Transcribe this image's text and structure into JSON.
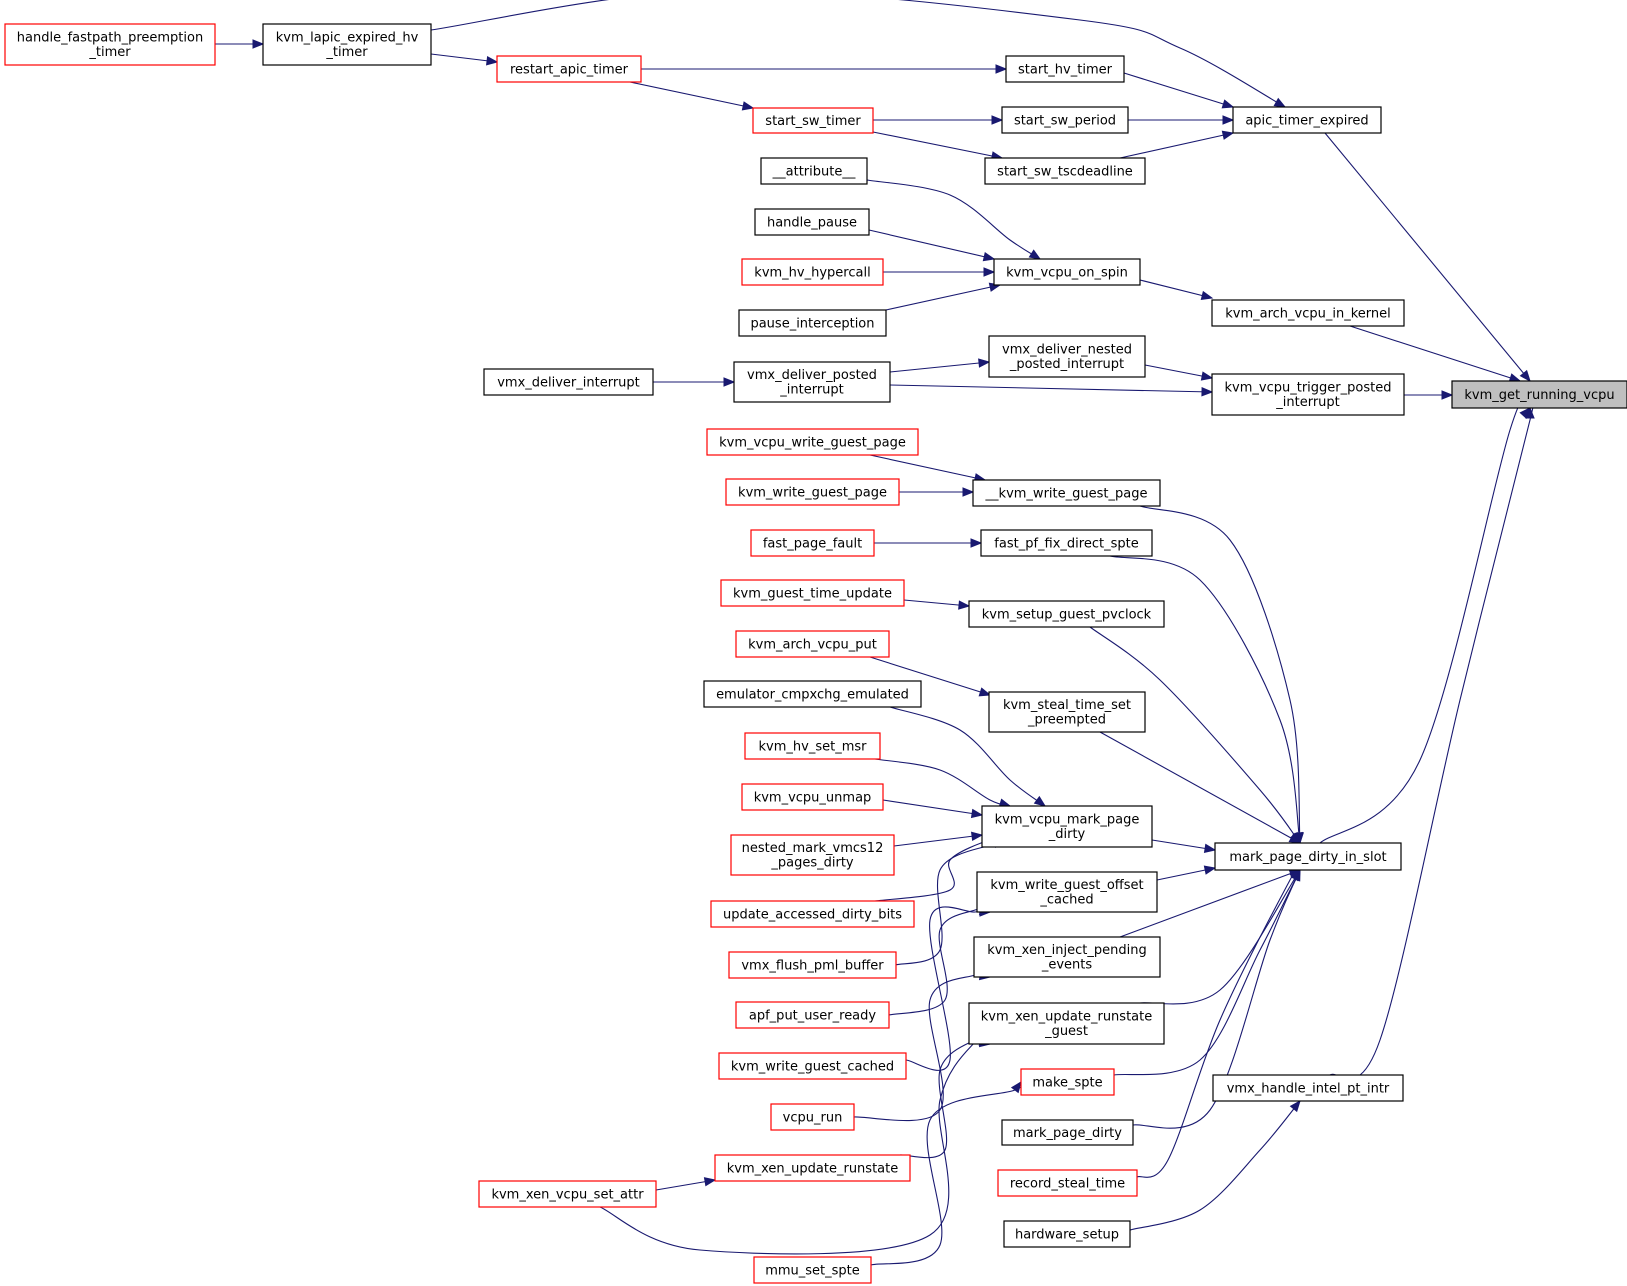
{
  "colors": {
    "edge": "#191970",
    "border_black": "#000000",
    "border_red": "#ff0000",
    "highlight_fill": "#bfbfbf"
  },
  "nodes": [
    {
      "id": "kvm_get_running_vcpu",
      "lines": [
        "kvm_get_running_vcpu"
      ],
      "border": "black",
      "highlight": true
    },
    {
      "id": "apic_timer_expired",
      "lines": [
        "apic_timer_expired"
      ],
      "border": "black"
    },
    {
      "id": "kvm_arch_vcpu_in_kernel",
      "lines": [
        "kvm_arch_vcpu_in_kernel"
      ],
      "border": "black"
    },
    {
      "id": "kvm_vcpu_trigger_posted_interrupt",
      "lines": [
        "kvm_vcpu_trigger_posted",
        "_interrupt"
      ],
      "border": "black"
    },
    {
      "id": "mark_page_dirty_in_slot",
      "lines": [
        "mark_page_dirty_in_slot"
      ],
      "border": "black"
    },
    {
      "id": "vmx_handle_intel_pt_intr",
      "lines": [
        "vmx_handle_intel_pt_intr"
      ],
      "border": "black"
    },
    {
      "id": "kvm_lapic_expired_hv_timer",
      "lines": [
        "kvm_lapic_expired_hv",
        "_timer"
      ],
      "border": "black"
    },
    {
      "id": "handle_fastpath_preemption_timer",
      "lines": [
        "handle_fastpath_preemption",
        "_timer"
      ],
      "border": "red"
    },
    {
      "id": "start_hv_timer",
      "lines": [
        "start_hv_timer"
      ],
      "border": "black"
    },
    {
      "id": "restart_apic_timer",
      "lines": [
        "restart_apic_timer"
      ],
      "border": "red"
    },
    {
      "id": "start_sw_period",
      "lines": [
        "start_sw_period"
      ],
      "border": "black"
    },
    {
      "id": "start_sw_timer",
      "lines": [
        "start_sw_timer"
      ],
      "border": "red"
    },
    {
      "id": "start_sw_tscdeadline",
      "lines": [
        "start_sw_tscdeadline"
      ],
      "border": "black"
    },
    {
      "id": "kvm_vcpu_on_spin",
      "lines": [
        "kvm_vcpu_on_spin"
      ],
      "border": "black"
    },
    {
      "id": "__attribute__",
      "lines": [
        "__attribute__"
      ],
      "border": "black"
    },
    {
      "id": "handle_pause",
      "lines": [
        "handle_pause"
      ],
      "border": "black"
    },
    {
      "id": "kvm_hv_hypercall",
      "lines": [
        "kvm_hv_hypercall"
      ],
      "border": "red"
    },
    {
      "id": "pause_interception",
      "lines": [
        "pause_interception"
      ],
      "border": "black"
    },
    {
      "id": "vmx_deliver_nested_posted_interrupt",
      "lines": [
        "vmx_deliver_nested",
        "_posted_interrupt"
      ],
      "border": "black"
    },
    {
      "id": "vmx_deliver_posted_interrupt",
      "lines": [
        "vmx_deliver_posted",
        "_interrupt"
      ],
      "border": "black"
    },
    {
      "id": "vmx_deliver_interrupt",
      "lines": [
        "vmx_deliver_interrupt"
      ],
      "border": "black"
    },
    {
      "id": "__kvm_write_guest_page",
      "lines": [
        "__kvm_write_guest_page"
      ],
      "border": "black"
    },
    {
      "id": "kvm_vcpu_write_guest_page",
      "lines": [
        "kvm_vcpu_write_guest_page"
      ],
      "border": "red"
    },
    {
      "id": "kvm_write_guest_page",
      "lines": [
        "kvm_write_guest_page"
      ],
      "border": "red"
    },
    {
      "id": "fast_pf_fix_direct_spte",
      "lines": [
        "fast_pf_fix_direct_spte"
      ],
      "border": "black"
    },
    {
      "id": "fast_page_fault",
      "lines": [
        "fast_page_fault"
      ],
      "border": "red"
    },
    {
      "id": "kvm_setup_guest_pvclock",
      "lines": [
        "kvm_setup_guest_pvclock"
      ],
      "border": "black"
    },
    {
      "id": "kvm_guest_time_update",
      "lines": [
        "kvm_guest_time_update"
      ],
      "border": "red"
    },
    {
      "id": "kvm_steal_time_set_preempted",
      "lines": [
        "kvm_steal_time_set",
        "_preempted"
      ],
      "border": "black"
    },
    {
      "id": "kvm_arch_vcpu_put",
      "lines": [
        "kvm_arch_vcpu_put"
      ],
      "border": "red"
    },
    {
      "id": "kvm_vcpu_mark_page_dirty",
      "lines": [
        "kvm_vcpu_mark_page",
        "_dirty"
      ],
      "border": "black"
    },
    {
      "id": "emulator_cmpxchg_emulated",
      "lines": [
        "emulator_cmpxchg_emulated"
      ],
      "border": "black"
    },
    {
      "id": "kvm_hv_set_msr",
      "lines": [
        "kvm_hv_set_msr"
      ],
      "border": "red"
    },
    {
      "id": "kvm_vcpu_unmap",
      "lines": [
        "kvm_vcpu_unmap"
      ],
      "border": "red"
    },
    {
      "id": "nested_mark_vmcs12_pages_dirty",
      "lines": [
        "nested_mark_vmcs12",
        "_pages_dirty"
      ],
      "border": "red"
    },
    {
      "id": "update_accessed_dirty_bits",
      "lines": [
        "update_accessed_dirty_bits"
      ],
      "border": "red"
    },
    {
      "id": "vmx_flush_pml_buffer",
      "lines": [
        "vmx_flush_pml_buffer"
      ],
      "border": "red"
    },
    {
      "id": "kvm_write_guest_offset_cached",
      "lines": [
        "kvm_write_guest_offset",
        "_cached"
      ],
      "border": "black"
    },
    {
      "id": "apf_put_user_ready",
      "lines": [
        "apf_put_user_ready"
      ],
      "border": "red"
    },
    {
      "id": "kvm_write_guest_cached",
      "lines": [
        "kvm_write_guest_cached"
      ],
      "border": "red"
    },
    {
      "id": "vcpu_run",
      "lines": [
        "vcpu_run"
      ],
      "border": "red"
    },
    {
      "id": "kvm_xen_inject_pending_events",
      "lines": [
        "kvm_xen_inject_pending",
        "_events"
      ],
      "border": "black"
    },
    {
      "id": "kvm_xen_update_runstate_guest",
      "lines": [
        "kvm_xen_update_runstate",
        "_guest"
      ],
      "border": "black"
    },
    {
      "id": "kvm_xen_update_runstate",
      "lines": [
        "kvm_xen_update_runstate"
      ],
      "border": "red"
    },
    {
      "id": "kvm_xen_vcpu_set_attr",
      "lines": [
        "kvm_xen_vcpu_set_attr"
      ],
      "border": "red"
    },
    {
      "id": "make_spte",
      "lines": [
        "make_spte"
      ],
      "border": "red"
    },
    {
      "id": "mmu_set_spte",
      "lines": [
        "mmu_set_spte"
      ],
      "border": "red"
    },
    {
      "id": "mark_page_dirty",
      "lines": [
        "mark_page_dirty"
      ],
      "border": "black"
    },
    {
      "id": "record_steal_time",
      "lines": [
        "record_steal_time"
      ],
      "border": "red"
    },
    {
      "id": "hardware_setup",
      "lines": [
        "hardware_setup"
      ],
      "border": "black"
    }
  ],
  "edges": [
    [
      "apic_timer_expired",
      "kvm_get_running_vcpu"
    ],
    [
      "kvm_arch_vcpu_in_kernel",
      "kvm_get_running_vcpu"
    ],
    [
      "kvm_vcpu_trigger_posted_interrupt",
      "kvm_get_running_vcpu"
    ],
    [
      "mark_page_dirty_in_slot",
      "kvm_get_running_vcpu"
    ],
    [
      "vmx_handle_intel_pt_intr",
      "kvm_get_running_vcpu"
    ],
    [
      "kvm_lapic_expired_hv_timer",
      "apic_timer_expired"
    ],
    [
      "start_hv_timer",
      "apic_timer_expired"
    ],
    [
      "start_sw_period",
      "apic_timer_expired"
    ],
    [
      "start_sw_tscdeadline",
      "apic_timer_expired"
    ],
    [
      "handle_fastpath_preemption_timer",
      "kvm_lapic_expired_hv_timer"
    ],
    [
      "kvm_lapic_expired_hv_timer",
      "restart_apic_timer"
    ],
    [
      "restart_apic_timer",
      "start_hv_timer"
    ],
    [
      "restart_apic_timer",
      "start_sw_timer"
    ],
    [
      "start_sw_timer",
      "start_sw_period"
    ],
    [
      "start_sw_timer",
      "start_sw_tscdeadline"
    ],
    [
      "kvm_vcpu_on_spin",
      "kvm_arch_vcpu_in_kernel"
    ],
    [
      "__attribute__",
      "kvm_vcpu_on_spin"
    ],
    [
      "handle_pause",
      "kvm_vcpu_on_spin"
    ],
    [
      "kvm_hv_hypercall",
      "kvm_vcpu_on_spin"
    ],
    [
      "pause_interception",
      "kvm_vcpu_on_spin"
    ],
    [
      "vmx_deliver_nested_posted_interrupt",
      "kvm_vcpu_trigger_posted_interrupt"
    ],
    [
      "vmx_deliver_posted_interrupt",
      "kvm_vcpu_trigger_posted_interrupt"
    ],
    [
      "vmx_deliver_posted_interrupt",
      "vmx_deliver_nested_posted_interrupt"
    ],
    [
      "vmx_deliver_interrupt",
      "vmx_deliver_posted_interrupt"
    ],
    [
      "__kvm_write_guest_page",
      "mark_page_dirty_in_slot"
    ],
    [
      "fast_pf_fix_direct_spte",
      "mark_page_dirty_in_slot"
    ],
    [
      "kvm_setup_guest_pvclock",
      "mark_page_dirty_in_slot"
    ],
    [
      "kvm_steal_time_set_preempted",
      "mark_page_dirty_in_slot"
    ],
    [
      "kvm_vcpu_mark_page_dirty",
      "mark_page_dirty_in_slot"
    ],
    [
      "kvm_write_guest_offset_cached",
      "mark_page_dirty_in_slot"
    ],
    [
      "kvm_xen_inject_pending_events",
      "mark_page_dirty_in_slot"
    ],
    [
      "kvm_xen_update_runstate_guest",
      "mark_page_dirty_in_slot"
    ],
    [
      "make_spte",
      "mark_page_dirty_in_slot"
    ],
    [
      "mark_page_dirty",
      "mark_page_dirty_in_slot"
    ],
    [
      "record_steal_time",
      "mark_page_dirty_in_slot"
    ],
    [
      "hardware_setup",
      "vmx_handle_intel_pt_intr"
    ],
    [
      "kvm_vcpu_write_guest_page",
      "__kvm_write_guest_page"
    ],
    [
      "kvm_write_guest_page",
      "__kvm_write_guest_page"
    ],
    [
      "fast_page_fault",
      "fast_pf_fix_direct_spte"
    ],
    [
      "kvm_guest_time_update",
      "kvm_setup_guest_pvclock"
    ],
    [
      "kvm_arch_vcpu_put",
      "kvm_steal_time_set_preempted"
    ],
    [
      "emulator_cmpxchg_emulated",
      "kvm_vcpu_mark_page_dirty"
    ],
    [
      "kvm_hv_set_msr",
      "kvm_vcpu_mark_page_dirty"
    ],
    [
      "kvm_vcpu_unmap",
      "kvm_vcpu_mark_page_dirty"
    ],
    [
      "nested_mark_vmcs12_pages_dirty",
      "kvm_vcpu_mark_page_dirty"
    ],
    [
      "update_accessed_dirty_bits",
      "kvm_vcpu_mark_page_dirty"
    ],
    [
      "vmx_flush_pml_buffer",
      "kvm_vcpu_mark_page_dirty"
    ],
    [
      "apf_put_user_ready",
      "kvm_write_guest_offset_cached"
    ],
    [
      "kvm_write_guest_cached",
      "kvm_write_guest_offset_cached"
    ],
    [
      "vcpu_run",
      "kvm_xen_inject_pending_events"
    ],
    [
      "kvm_xen_update_runstate",
      "kvm_xen_update_runstate_guest"
    ],
    [
      "kvm_xen_vcpu_set_attr",
      "kvm_xen_update_runstate_guest"
    ],
    [
      "kvm_xen_vcpu_set_attr",
      "kvm_xen_update_runstate"
    ],
    [
      "mmu_set_spte",
      "make_spte"
    ]
  ]
}
